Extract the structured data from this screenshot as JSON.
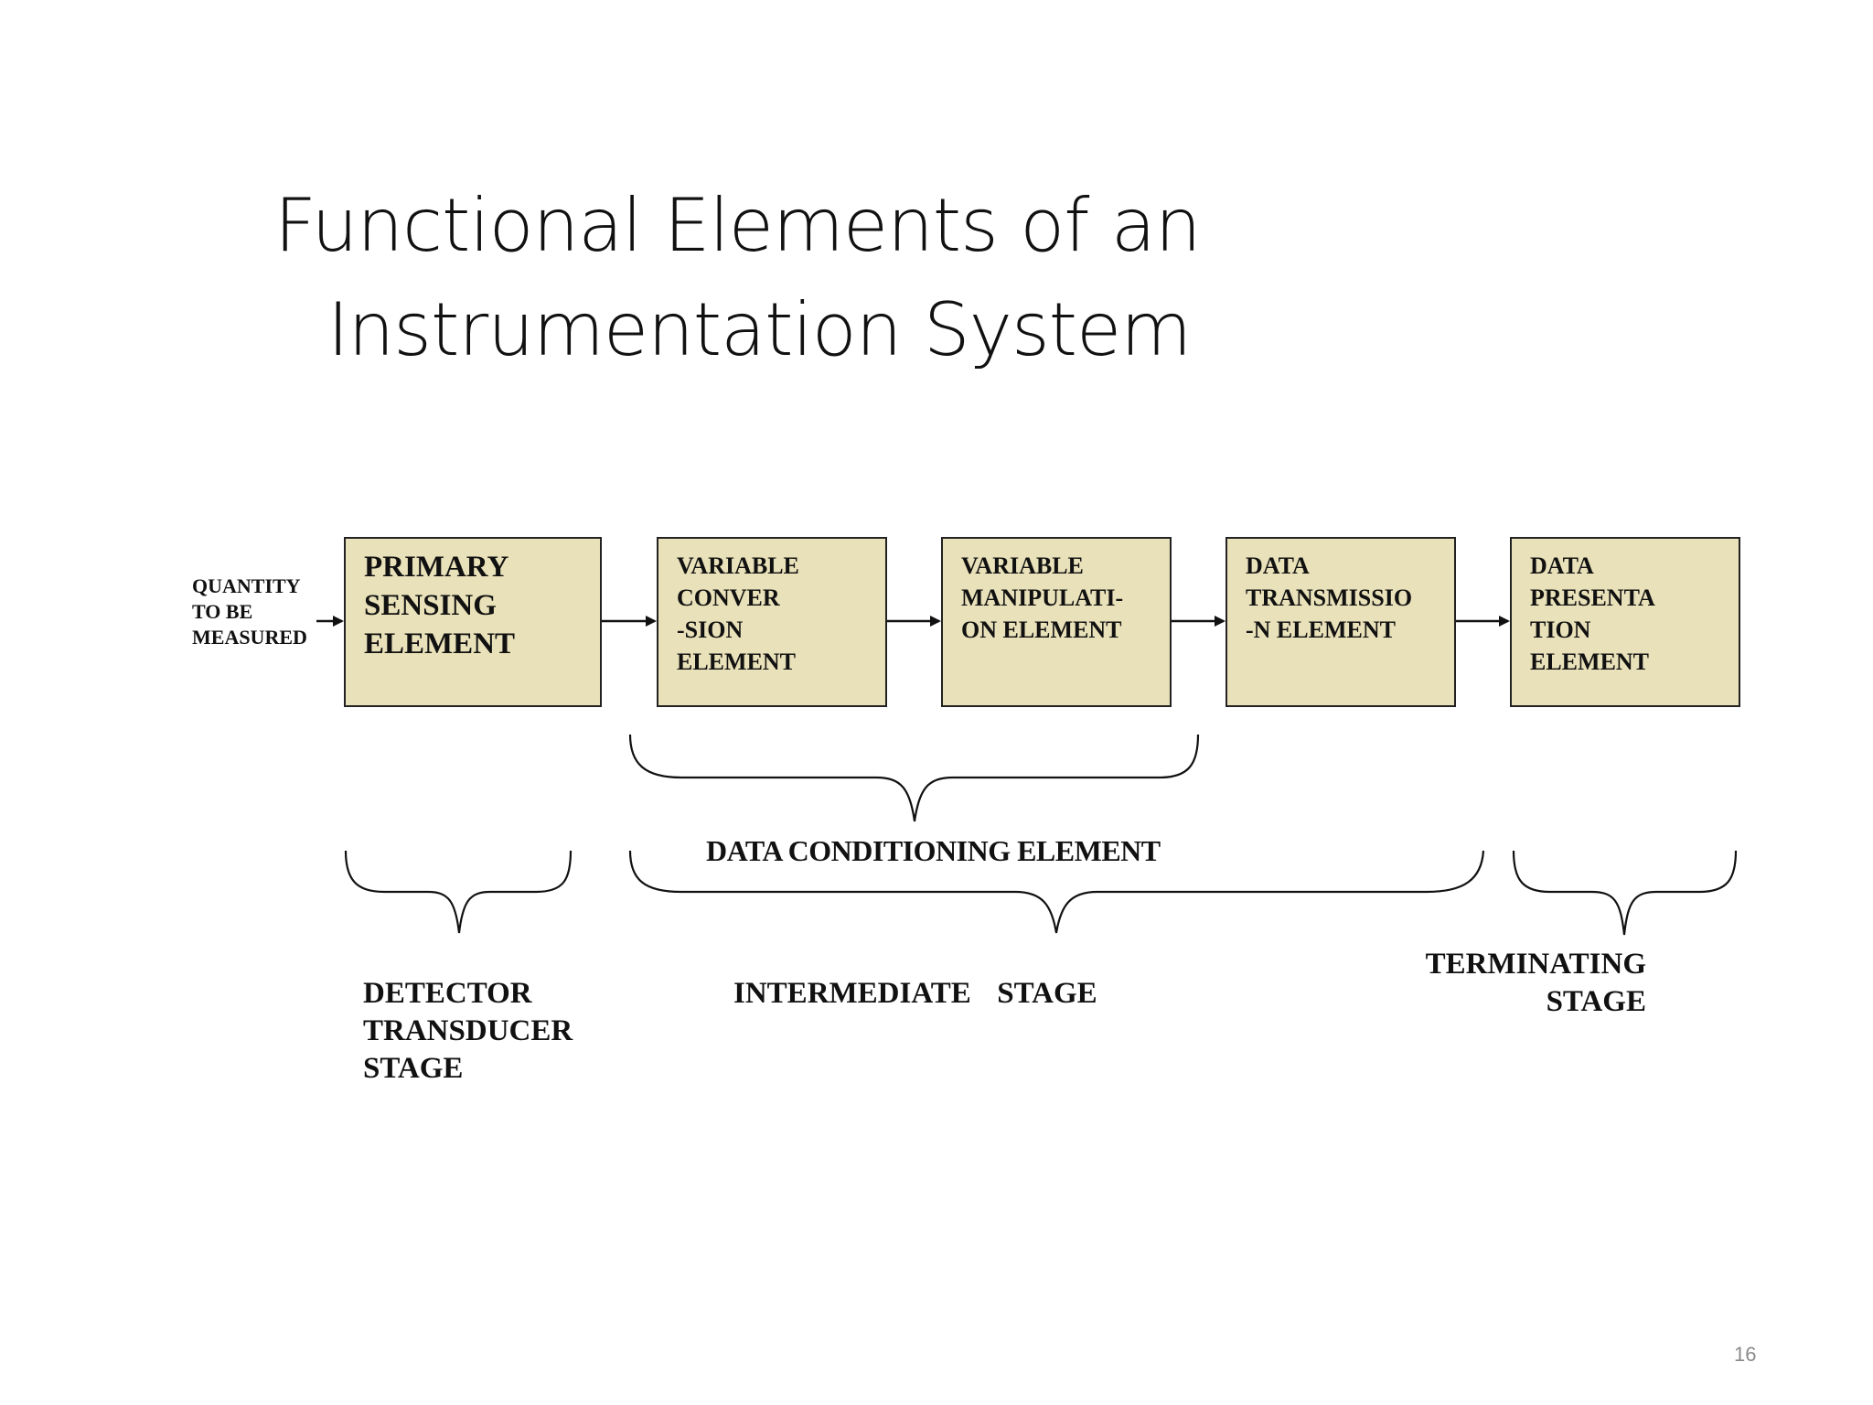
{
  "slide": {
    "title_line1": "Functional Elements of an",
    "title_line2": "Instrumentation System",
    "page_number": "16"
  },
  "diagram": {
    "input_label": "QUANTITY\nTO BE\nMEASURED",
    "blocks": [
      {
        "id": "primary",
        "text": "PRIMARY\nSENSING\nELEMENT"
      },
      {
        "id": "conversion",
        "text": "VARIABLE\nCONVER\n-SION\nELEMENT"
      },
      {
        "id": "manipulation",
        "text": "VARIABLE\nMANIPULATI-\nON ELEMENT"
      },
      {
        "id": "transmission",
        "text": "DATA\nTRANSMISSIO\n-N ELEMENT"
      },
      {
        "id": "presentation",
        "text": "DATA\nPRESENTA\nTION\nELEMENT"
      }
    ],
    "groups": {
      "data_conditioning": "DATA CONDITIONING ELEMENT",
      "detector_stage": "DETECTOR\nTRANSDUCER\nSTAGE",
      "intermediate_stage": "INTERMEDIATE  STAGE",
      "terminating_stage": "TERMINATING\nSTAGE"
    },
    "colors": {
      "block_fill": "#e9e1b9",
      "stroke": "#222222"
    }
  }
}
